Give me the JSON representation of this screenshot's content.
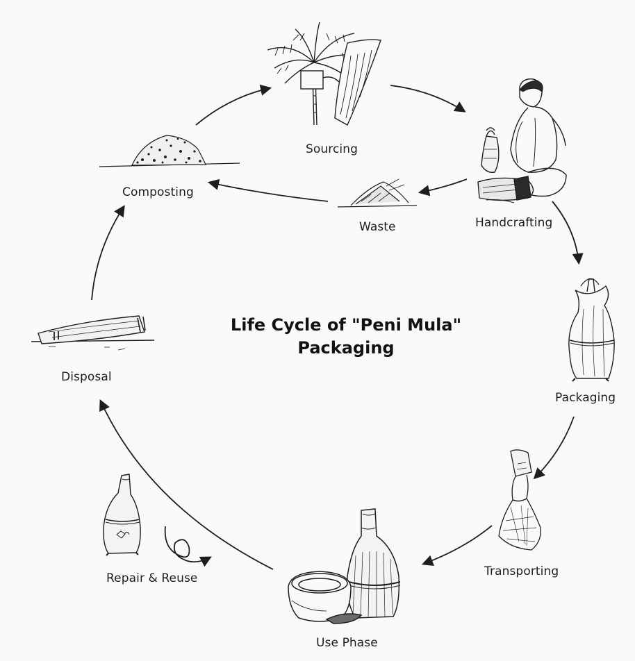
{
  "title": {
    "line1": "Life Cycle of \"Peni Mula\"",
    "line2": "Packaging"
  },
  "stages": {
    "sourcing": "Sourcing",
    "handcrafting": "Handcrafting",
    "waste": "Waste",
    "composting": "Composting",
    "packaging": "Packaging",
    "transporting": "Transporting",
    "use_phase": "Use Phase",
    "repair_reuse": "Repair & Reuse",
    "disposal": "Disposal"
  },
  "icons": {
    "sourcing": "areca-palm-and-sheath-icon",
    "handcrafting": "artisan-weaving-icon",
    "waste": "scrap-pile-icon",
    "composting": "compost-heap-icon",
    "packaging": "tied-bag-icon",
    "transporting": "carried-bundle-icon",
    "use_phase": "bowl-and-jar-icon",
    "repair_reuse": "patched-jar-icon",
    "disposal": "discarded-bundle-icon"
  },
  "colors": {
    "ink": "#1e1e1e",
    "background": "#fafafa"
  }
}
